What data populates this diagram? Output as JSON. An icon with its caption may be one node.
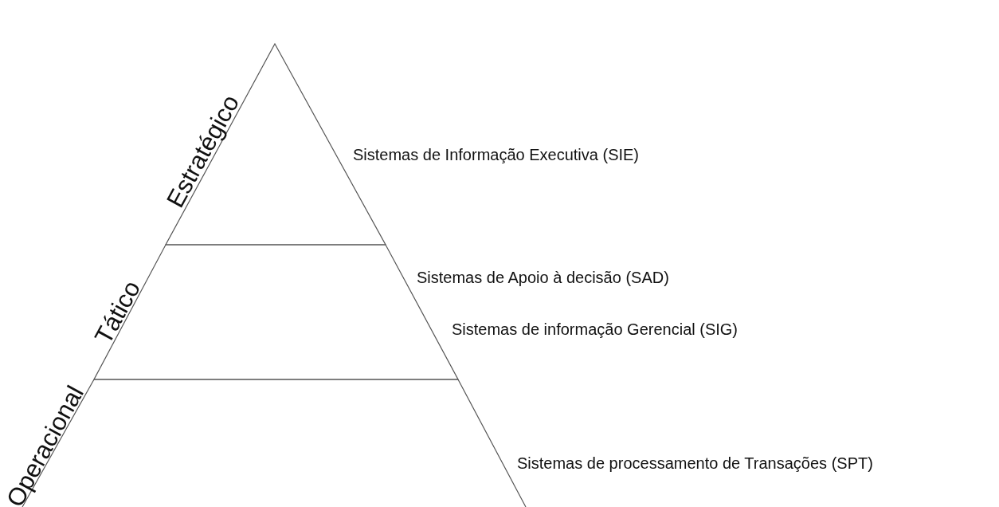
{
  "diagram": {
    "nodes": [
      {
        "text": [
          "Estratégico"
        ],
        "beside": [
          "Sistemas de Informação Executiva (SIE)"
        ]
      },
      {
        "text": [
          "Tático"
        ],
        "beside": [
          "Sistemas de Apoio à decisão (SAD)",
          "Sistemas de informação Gerencial (SIG)"
        ]
      },
      {
        "text": [
          "Operacional"
        ],
        "beside": [
          "Sistemas de processamento de Transações (SPT)"
        ]
      }
    ]
  }
}
